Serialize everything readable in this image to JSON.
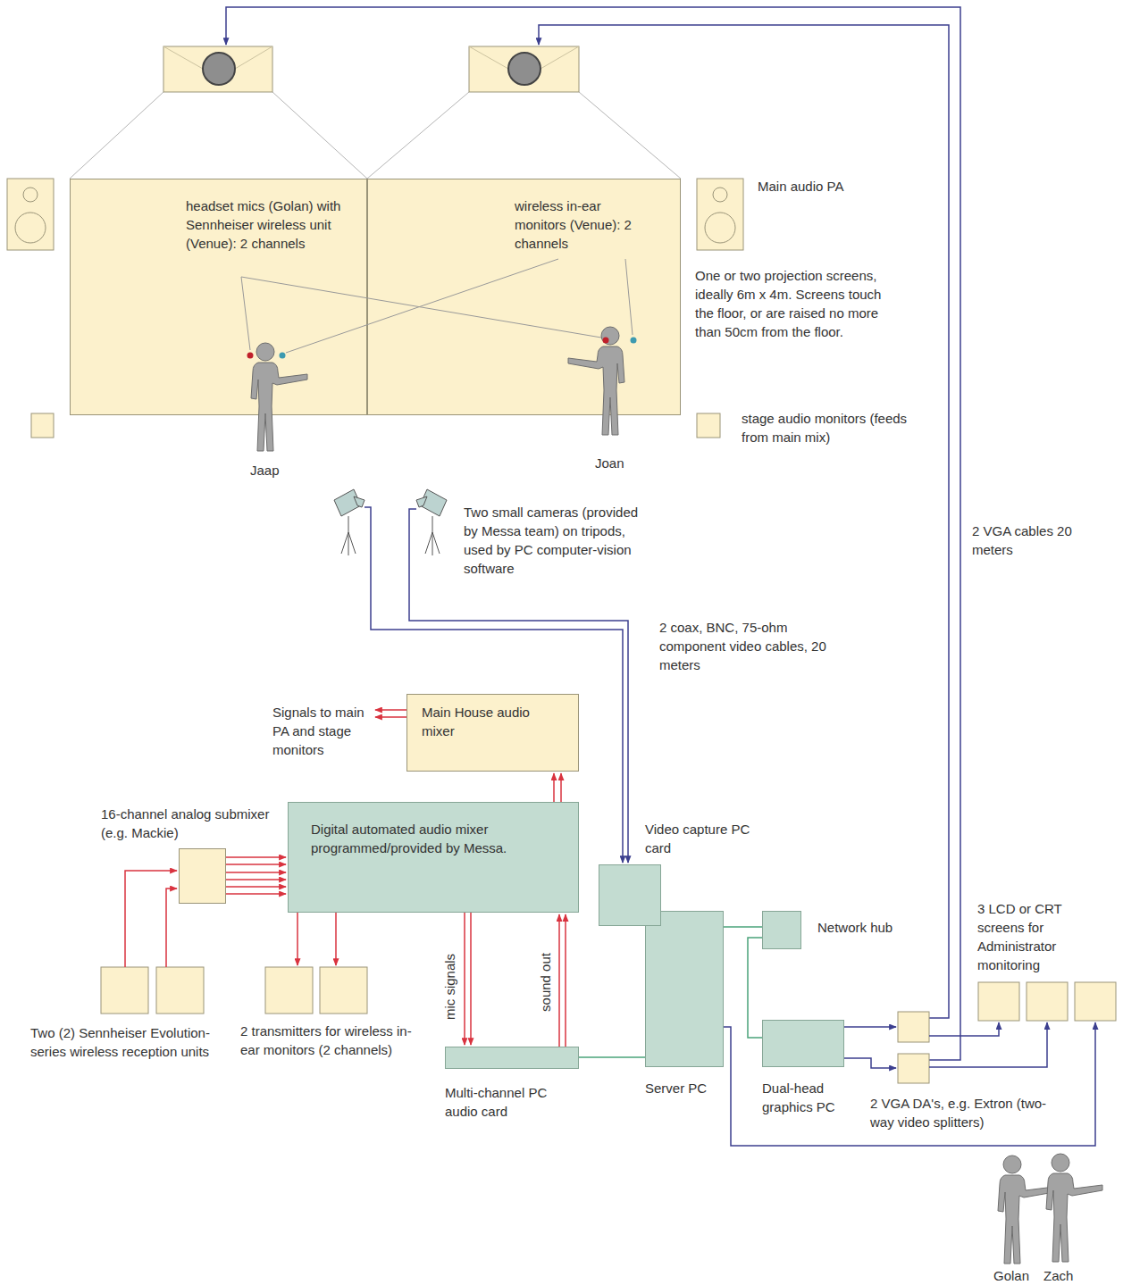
{
  "diagram": {
    "nodes": [
      {
        "text": [
          "headset mics (Golan) with Sennheiser wireless unit (Venue): 2 channels"
        ]
      },
      {
        "text": [
          "wireless in-ear monitors (Venue): 2 channels"
        ]
      },
      {
        "text": [
          "Main House audio mixer"
        ]
      },
      {
        "text": [
          "16-channel analog submixer (e.g. Mackie)"
        ]
      },
      {
        "text": [
          "Digital automated audio mixer programmed/provided by Messa."
        ]
      },
      {
        "text": [
          "Video capture PC card"
        ]
      },
      {
        "text": [
          "Network hub"
        ]
      },
      {
        "text": [
          "Two (2) Sennheiser Evolution-series wireless reception units"
        ]
      },
      {
        "text": [
          "2 transmitters for wireless in-ear monitors (2 channels)"
        ]
      },
      {
        "text": [
          "Multi-channel PC audio card"
        ]
      },
      {
        "text": [
          "Server PC"
        ]
      },
      {
        "text": [
          "Dual-head graphics PC"
        ]
      },
      {
        "text": [
          "2 VGA DA's, e.g. Extron (two-way video splitters)"
        ]
      },
      {
        "text": [
          "3 LCD or CRT screens for Administrator monitoring"
        ]
      }
    ],
    "edges": [
      {
        "from": 7,
        "to": 3,
        "arrow": "to"
      },
      {
        "from": 3,
        "to": 4,
        "arrow": "to"
      },
      {
        "from": 4,
        "to": 2,
        "arrow": "to"
      },
      {
        "from": 4,
        "to": 8,
        "arrow": "to"
      },
      {
        "from": 4,
        "to": 9,
        "arrow": "to",
        "label": "mic signals"
      },
      {
        "from": 9,
        "to": 4,
        "arrow": "to",
        "label": "sound out"
      },
      {
        "from": 9,
        "to": 10,
        "arrow": "none"
      },
      {
        "from": 10,
        "to": 6,
        "arrow": "none"
      },
      {
        "from": 6,
        "to": 11,
        "arrow": "none"
      },
      {
        "from": 11,
        "to": 12,
        "arrow": "to"
      },
      {
        "from": 12,
        "to": 13,
        "arrow": "to"
      },
      {
        "from": 10,
        "to": 13,
        "arrow": "to"
      }
    ],
    "labels": [
      "Main audio PA",
      "One or two projection screens, ideally 6m x 4m. Screens touch the floor, or are raised no more than 50cm from the floor.",
      "stage audio monitors (feeds from main mix)",
      "Jaap",
      "Joan",
      "Two small cameras (provided by Messa team) on tripods, used by PC computer-vision software",
      "2 coax, BNC, 75-ohm component video cables, 20 meters",
      "2 VGA cables 20 meters",
      "Signals to main PA and stage monitors",
      "Golan",
      "Zach"
    ]
  }
}
